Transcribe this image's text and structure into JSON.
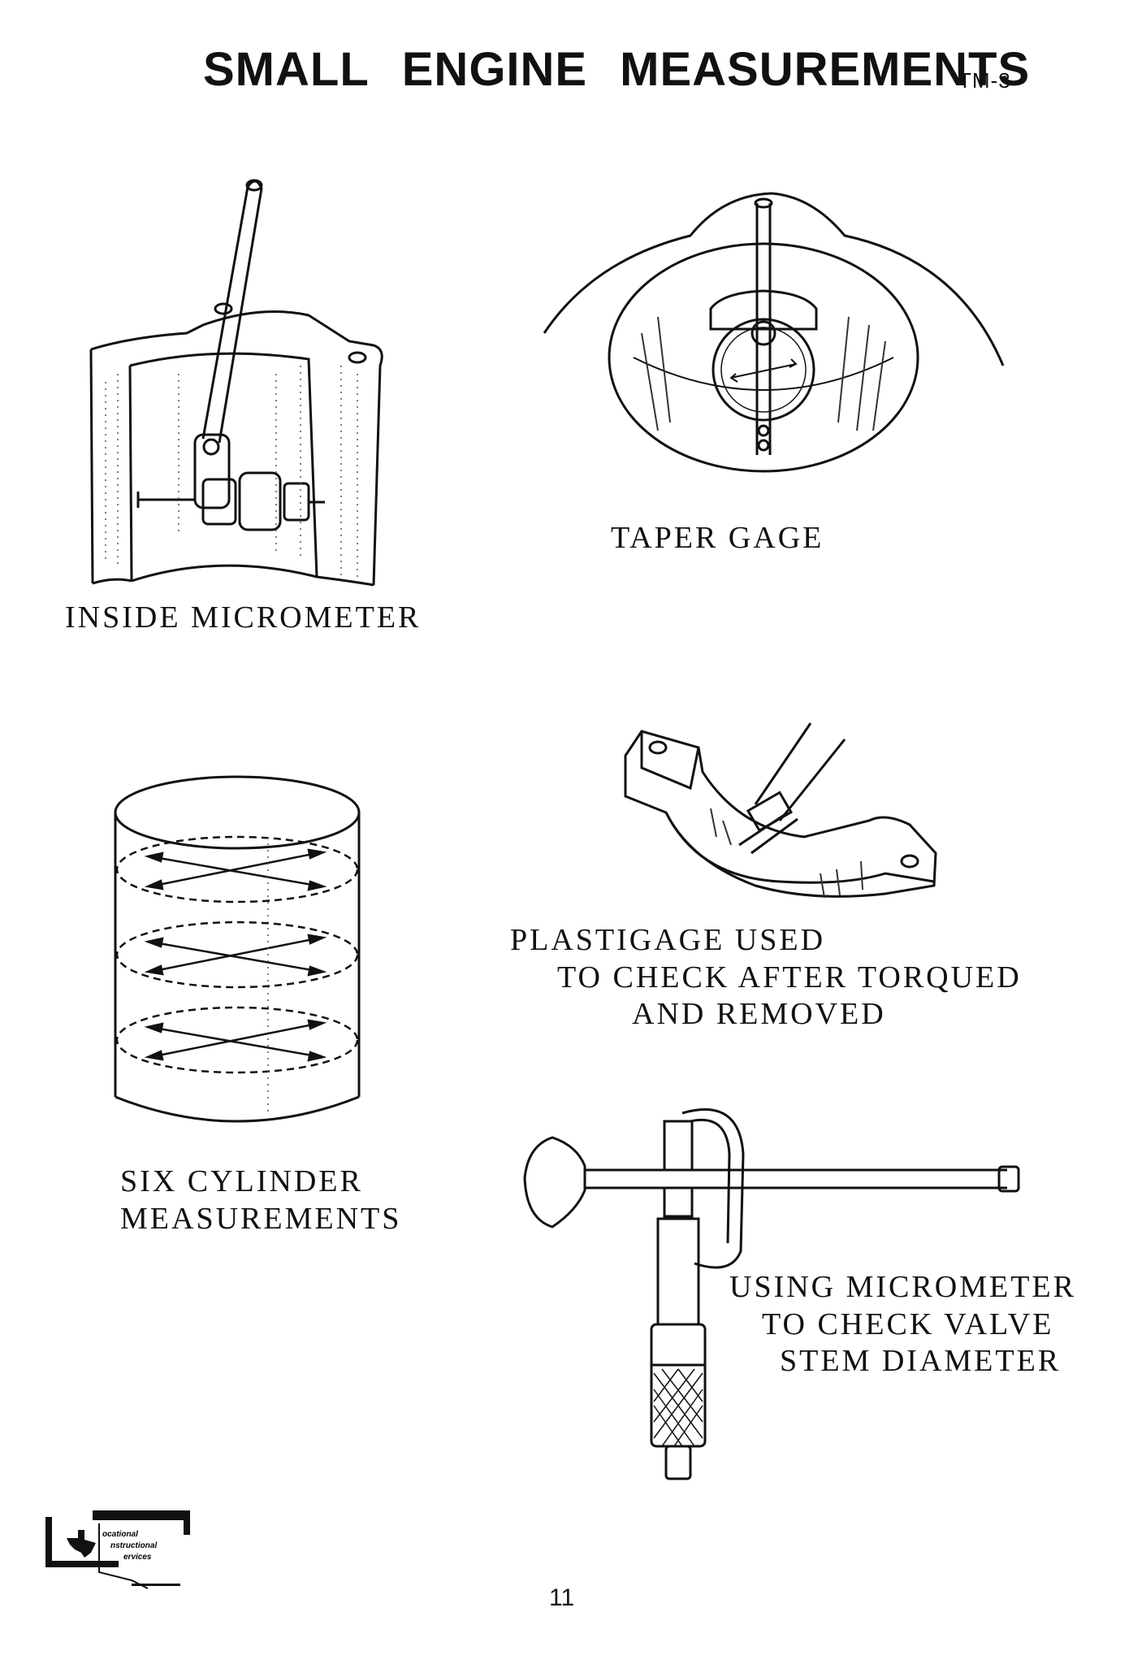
{
  "header": {
    "title_words": [
      "SMALL",
      "ENGINE",
      "MEASUREMENTS"
    ],
    "code": "TM-3"
  },
  "figures": {
    "inside_micrometer": {
      "caption": "INSIDE MICROMETER"
    },
    "taper_gage": {
      "caption": "TAPER GAGE"
    },
    "six_cylinder": {
      "caption_lines": [
        "SIX CYLINDER",
        "MEASUREMENTS"
      ]
    },
    "plastigage": {
      "caption_lines": [
        "PLASTIGAGE USED",
        "TO CHECK AFTER TORQUED",
        "AND REMOVED"
      ]
    },
    "valve_stem": {
      "caption_lines": [
        "USING MICROMETER",
        "TO CHECK VALVE",
        "STEM DIAMETER"
      ]
    }
  },
  "logo": {
    "lines": [
      "ocational",
      "nstructional",
      "ervices"
    ]
  },
  "footer": {
    "page_number": "11"
  }
}
